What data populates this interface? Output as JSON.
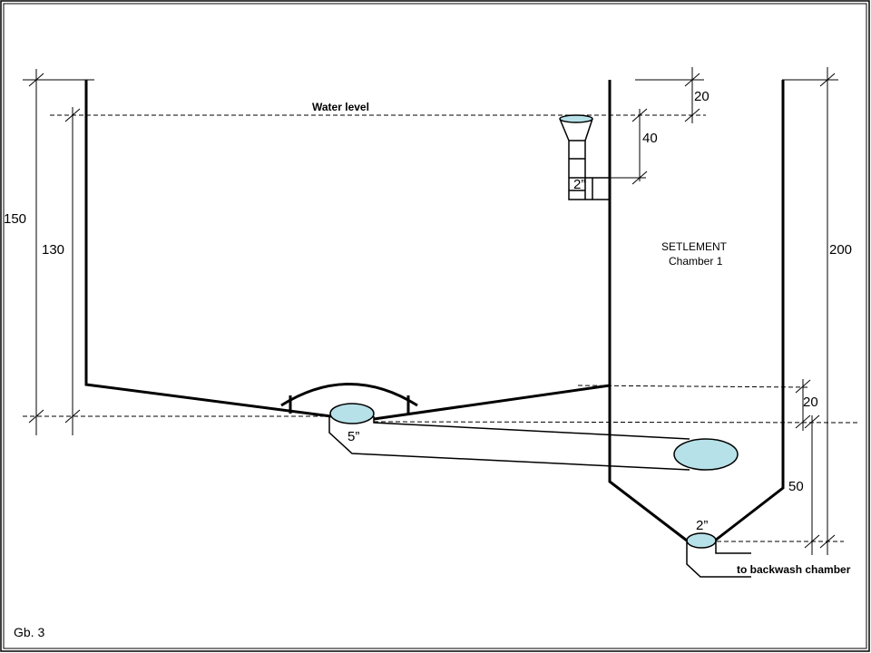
{
  "figure_label": "Gb. 3",
  "labels": {
    "water_level": "Water level",
    "settlement_line1": "SETLEMENT",
    "settlement_line2": "Chamber 1",
    "backwash": "to backwash chamber"
  },
  "dimensions": {
    "d150": "150",
    "d130": "130",
    "d20_top": "20",
    "d40": "40",
    "d200": "200",
    "d20_mid": "20",
    "d50": "50"
  },
  "pipe_sizes": {
    "top_outlet": "2”",
    "main_outlet": "5”",
    "bottom_outlet": "2”"
  },
  "colors": {
    "water_fill": "#b7e1e8",
    "line": "#000000",
    "border": "#000000"
  }
}
